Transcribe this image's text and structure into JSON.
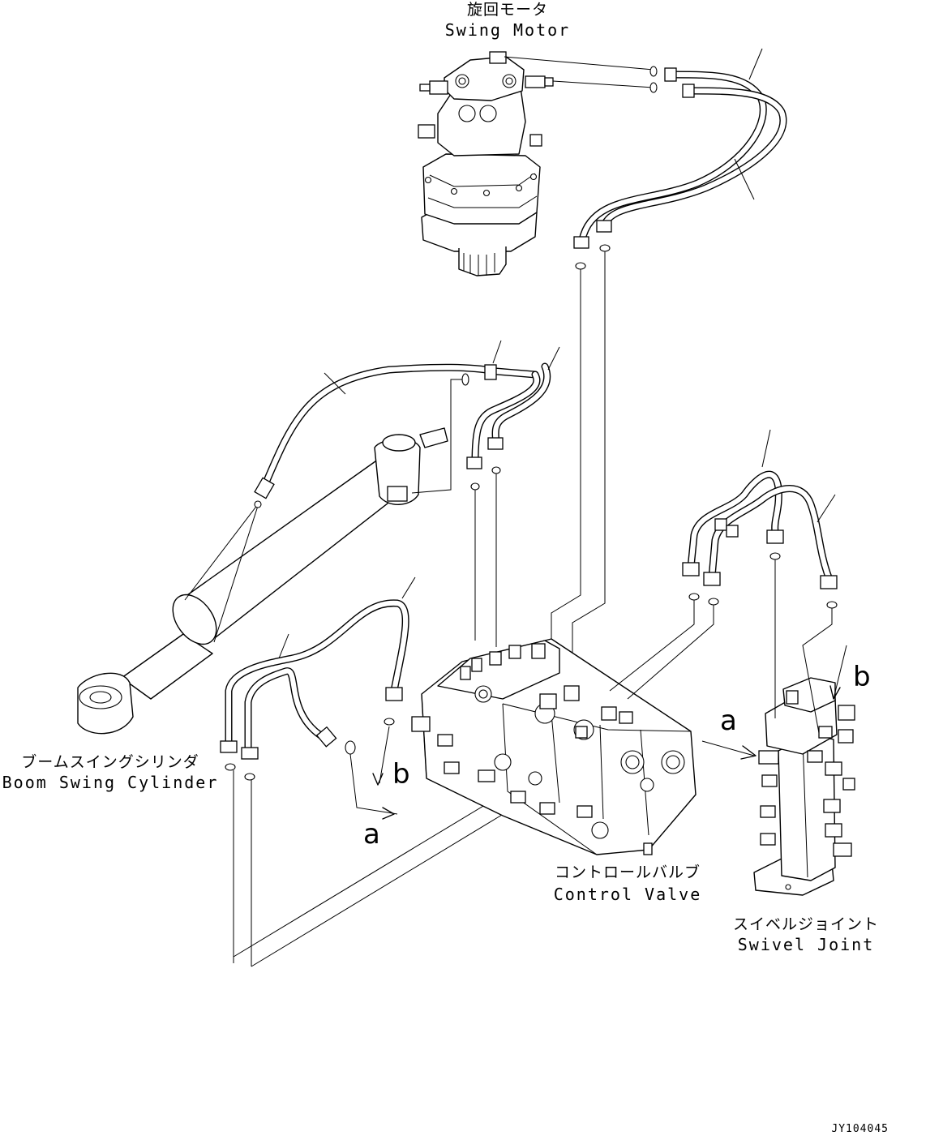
{
  "labels": {
    "swing_motor_jp": "旋回モータ",
    "swing_motor_en": "Swing Motor",
    "boom_cyl_jp": "ブームスイングシリンダ",
    "boom_cyl_en": "Boom Swing Cylinder",
    "control_valve_jp": "コントロールバルブ",
    "control_valve_en": "Control Valve",
    "swivel_jp": "スイベルジョイント",
    "swivel_en": "Swivel Joint"
  },
  "markers": {
    "a_left": "a",
    "b_left": "b",
    "a_right": "a",
    "b_right": "b"
  },
  "drawing_code": "JY104045"
}
